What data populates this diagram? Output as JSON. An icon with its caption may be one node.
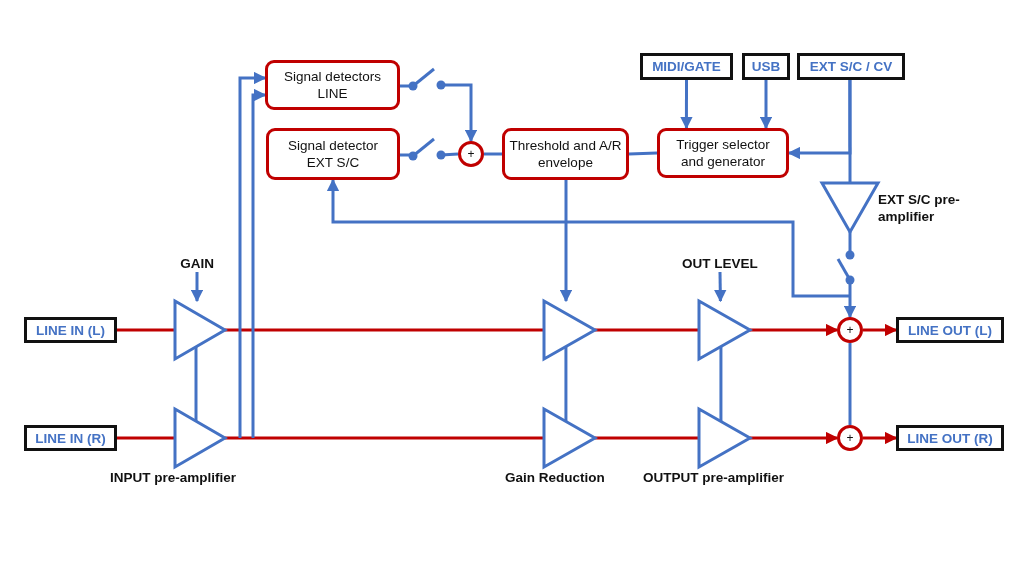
{
  "diagram": {
    "nodes": [
      {
        "text": [
          "Signal detectors LINE"
        ]
      },
      {
        "text": [],
        "shape": "switch"
      },
      {
        "text": [
          "Signal detector EXT S/C"
        ]
      },
      {
        "text": [],
        "shape": "switch"
      },
      {
        "text": [
          "+"
        ]
      },
      {
        "text": [
          "Threshold and A/R envelope"
        ]
      },
      {
        "text": [
          "Trigger selector and generator"
        ]
      },
      {
        "text": [
          "MIDI/GATE"
        ]
      },
      {
        "text": [
          "USB"
        ]
      },
      {
        "text": [
          "EXT S/C / CV"
        ]
      },
      {
        "text": [],
        "shape": "triangle",
        "beside": [
          "EXT S/C pre-amplifier"
        ]
      },
      {
        "text": [],
        "shape": "switch"
      },
      {
        "text": [
          "GAIN"
        ]
      },
      {
        "text": [
          "OUT LEVEL"
        ]
      },
      {
        "text": [
          "LINE IN (L)"
        ]
      },
      {
        "text": [],
        "shape": "triangle"
      },
      {
        "text": [],
        "shape": "triangle"
      },
      {
        "text": [],
        "shape": "triangle"
      },
      {
        "text": [
          "+"
        ]
      },
      {
        "text": [
          "LINE OUT (L)"
        ]
      },
      {
        "text": [
          "LINE IN (R)"
        ]
      },
      {
        "text": [],
        "shape": "triangle",
        "beside": [
          "INPUT pre-amplifier"
        ]
      },
      {
        "text": [],
        "shape": "triangle",
        "beside": [
          "Gain Reduction"
        ]
      },
      {
        "text": [],
        "shape": "triangle",
        "beside": [
          "OUTPUT pre-amplifier"
        ]
      },
      {
        "text": [
          "+"
        ]
      },
      {
        "text": [
          "LINE OUT (R)"
        ]
      }
    ],
    "edges": [
      {
        "from": 12,
        "to": 15,
        "arrow": "to"
      },
      {
        "from": 13,
        "to": 17,
        "arrow": "to"
      },
      {
        "from": 14,
        "to": 15,
        "arrow": "none",
        "color": "#c00000"
      },
      {
        "from": 15,
        "to": 16,
        "arrow": "none",
        "color": "#c00000"
      },
      {
        "from": 16,
        "to": 17,
        "arrow": "none",
        "color": "#c00000"
      },
      {
        "from": 17,
        "to": 18,
        "arrow": "to",
        "color": "#c00000"
      },
      {
        "from": 18,
        "to": 19,
        "arrow": "to",
        "color": "#c00000"
      },
      {
        "from": 20,
        "to": 21,
        "arrow": "none",
        "color": "#c00000"
      },
      {
        "from": 21,
        "to": 22,
        "arrow": "none",
        "color": "#c00000"
      },
      {
        "from": 22,
        "to": 23,
        "arrow": "none",
        "color": "#c00000"
      },
      {
        "from": 23,
        "to": 24,
        "arrow": "to",
        "color": "#c00000"
      },
      {
        "from": 24,
        "to": 25,
        "arrow": "to",
        "color": "#c00000"
      },
      {
        "from": 15,
        "to": 21,
        "arrow": "none"
      },
      {
        "from": 16,
        "to": 22,
        "arrow": "none"
      },
      {
        "from": 17,
        "to": 23,
        "arrow": "none"
      },
      {
        "from": 18,
        "to": 24,
        "arrow": "none"
      },
      {
        "from": 21,
        "to": 0,
        "arrow": "to"
      },
      {
        "from": 21,
        "to": 0,
        "arrow": "to"
      },
      {
        "from": 0,
        "to": 1,
        "arrow": "none"
      },
      {
        "from": 1,
        "to": 4,
        "arrow": "to"
      },
      {
        "from": 2,
        "to": 3,
        "arrow": "none"
      },
      {
        "from": 3,
        "to": 4,
        "arrow": "none"
      },
      {
        "from": 4,
        "to": 5,
        "arrow": "none"
      },
      {
        "from": 6,
        "to": 5,
        "arrow": "none"
      },
      {
        "from": 7,
        "to": 6,
        "arrow": "to"
      },
      {
        "from": 8,
        "to": 6,
        "arrow": "to"
      },
      {
        "from": 9,
        "to": 6,
        "arrow": "to"
      },
      {
        "from": 9,
        "to": 10,
        "arrow": "none"
      },
      {
        "from": 10,
        "to": 11,
        "arrow": "none"
      },
      {
        "from": 11,
        "to": 18,
        "arrow": "to"
      },
      {
        "from": 5,
        "to": 16,
        "arrow": "to"
      },
      {
        "from": 11,
        "to": 2,
        "arrow": "to"
      }
    ]
  }
}
